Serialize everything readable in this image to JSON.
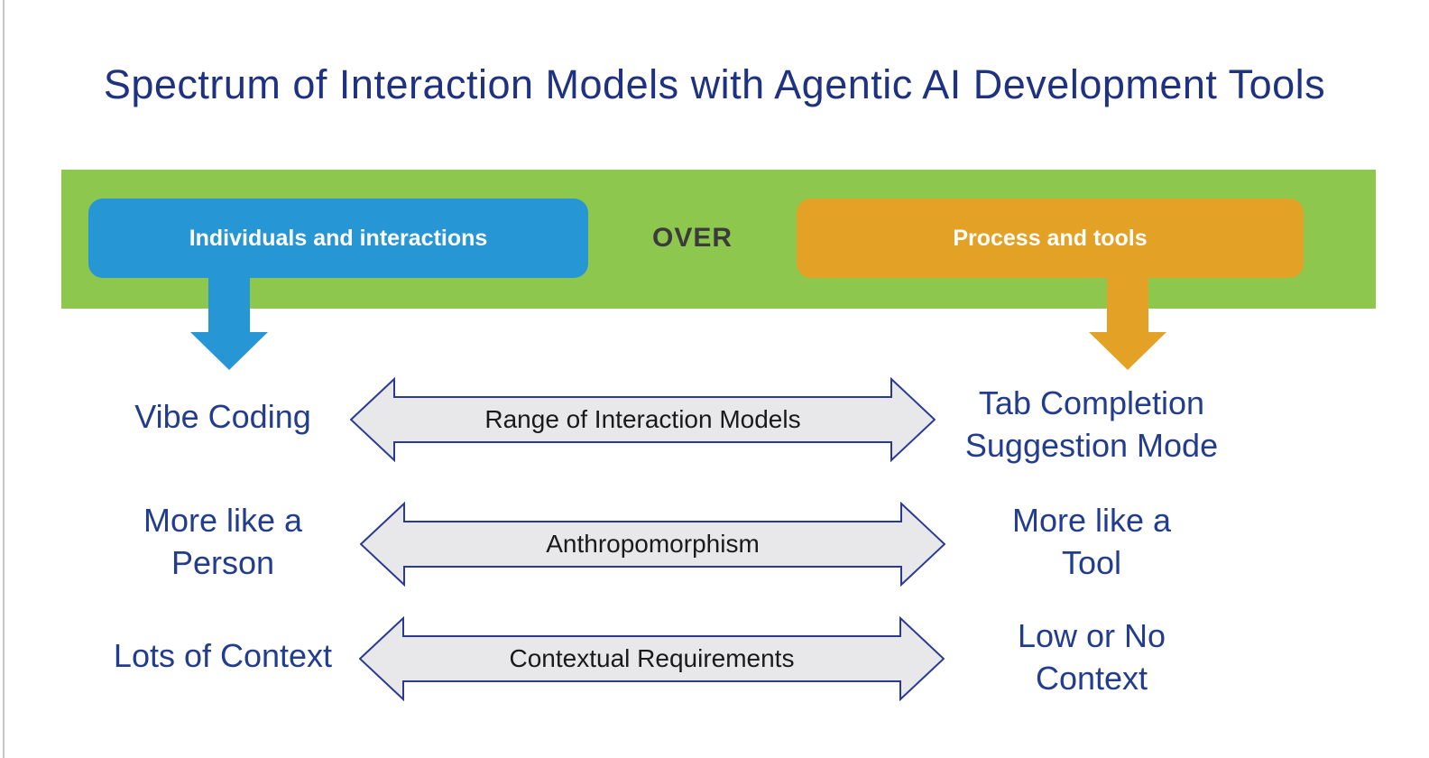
{
  "title": "Spectrum of Interaction Models with Agentic AI Development Tools",
  "banner": {
    "left_box_label": "Individuals and interactions",
    "connector_label": "OVER",
    "right_box_label": "Process and tools"
  },
  "rows": [
    {
      "left_label": "Vibe Coding",
      "arrow_label": "Range of Interaction Models",
      "right_label": "Tab Completion\nSuggestion Mode"
    },
    {
      "left_label": "More like a\nPerson",
      "arrow_label": "Anthropomorphism",
      "right_label": "More like a\nTool"
    },
    {
      "left_label": "Lots of Context",
      "arrow_label": "Contextual Requirements",
      "right_label": "Low or No\nContext"
    }
  ],
  "colors": {
    "title_text": "#1f3282",
    "side_label_text": "#223c8e",
    "banner_green": "#8dc74e",
    "box_blue": "#2697d4",
    "box_orange": "#e3a125",
    "over_text": "#3b3b3b",
    "double_arrow_fill": "#e8e8eb",
    "double_arrow_outline": "#2a3a92",
    "arrow_caption_text": "#1a1a1a"
  }
}
